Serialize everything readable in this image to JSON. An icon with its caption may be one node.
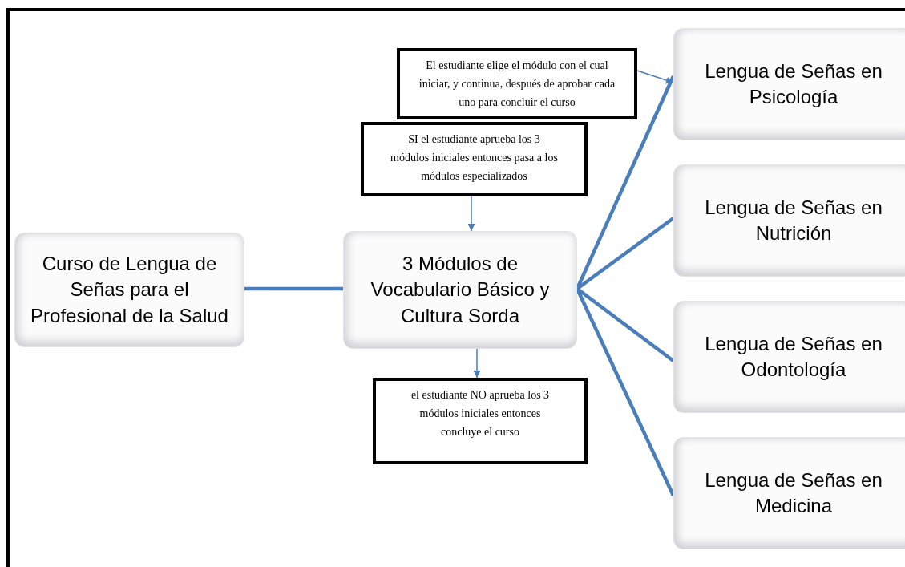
{
  "diagram": {
    "nodes": [
      {
        "text": [
          "El estudiante elige el módulo con el cual iniciar, y continua, después de aprobar cada uno para concluir el curso"
        ]
      },
      {
        "text": [
          "SI el estudiante aprueba los 3 módulos iniciales entonces pasa a los módulos especializados"
        ]
      },
      {
        "text": [
          "Curso de Lengua de Señas para el Profesional de la Salud"
        ]
      },
      {
        "text": [
          "3 Módulos de Vocabulario Básico y Cultura Sorda"
        ]
      },
      {
        "text": [
          "el estudiante NO aprueba los 3 módulos iniciales entonces concluye el curso"
        ]
      },
      {
        "text": [
          "Lengua de Señas en Psicología"
        ]
      },
      {
        "text": [
          "Lengua de Señas en Nutrición"
        ]
      },
      {
        "text": [
          "Lengua de Señas en Odontología"
        ]
      },
      {
        "text": [
          "Lengua de Señas en Medicina"
        ]
      }
    ],
    "edges": [
      {
        "from": 2,
        "to": 3,
        "arrow": "none"
      },
      {
        "from": 1,
        "to": 3,
        "arrow": "to"
      },
      {
        "from": 3,
        "to": 4,
        "arrow": "to"
      },
      {
        "from": 0,
        "to": 5,
        "arrow": "to"
      },
      {
        "from": 3,
        "to": 5,
        "arrow": "none"
      },
      {
        "from": 3,
        "to": 6,
        "arrow": "none"
      },
      {
        "from": 3,
        "to": 7,
        "arrow": "none"
      },
      {
        "from": 3,
        "to": 8,
        "arrow": "none"
      }
    ]
  }
}
